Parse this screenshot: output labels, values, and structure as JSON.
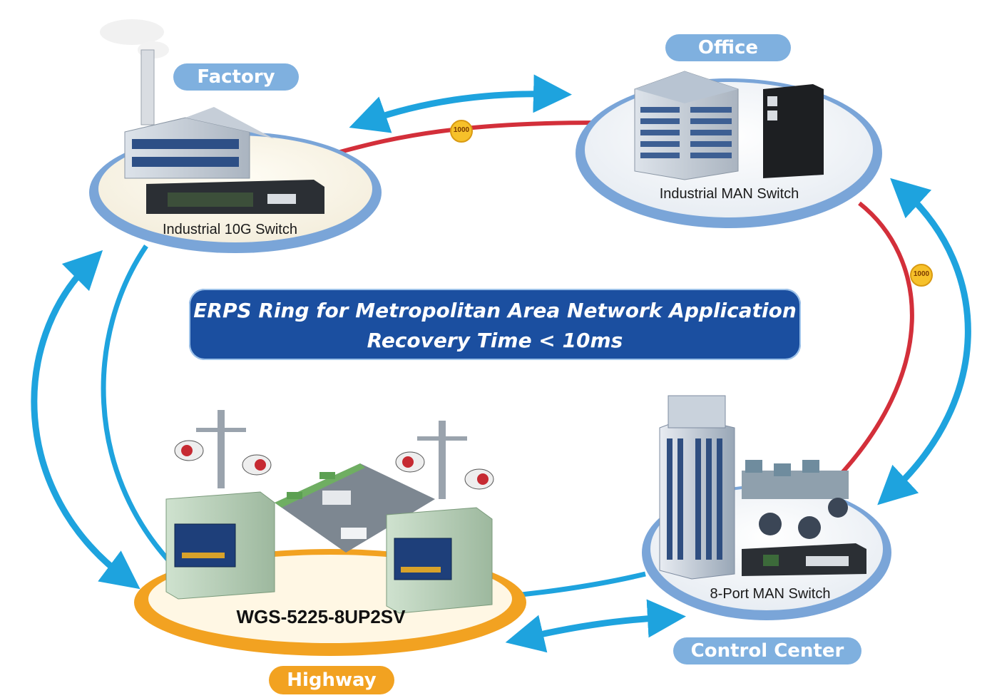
{
  "title": {
    "line1": "ERPS Ring for Metropolitan Area Network Application",
    "line2": "Recovery Time < 10ms"
  },
  "sites": {
    "factory": {
      "name": "Factory",
      "device": "Industrial 10G Switch"
    },
    "office": {
      "name": "Office",
      "device": "Industrial MAN Switch"
    },
    "control_center": {
      "name": "Control Center",
      "device": "8-Port MAN Switch"
    },
    "highway": {
      "name": "Highway",
      "device": "WGS-5225-8UP2SV"
    }
  },
  "links": {
    "factory_office_speed": "1000",
    "office_control_speed": "1000"
  },
  "colors": {
    "ring_blue": "#1ea3de",
    "fiber_red": "#d32f3a",
    "title_bg": "#1b4fa0",
    "pill_blue": "#7fb0df",
    "pill_orange": "#f2a221"
  }
}
